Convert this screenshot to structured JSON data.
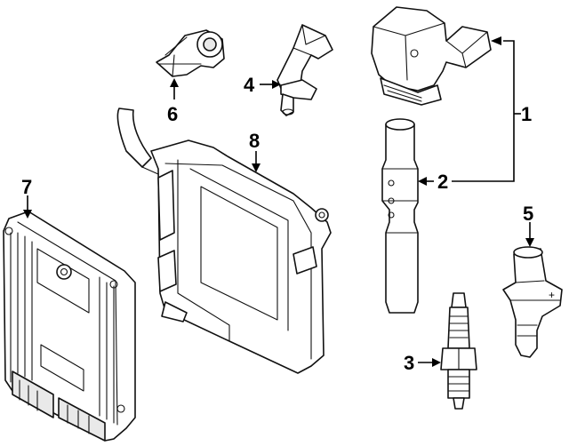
{
  "diagram": {
    "callouts": [
      {
        "id": "1",
        "label": "1"
      },
      {
        "id": "2",
        "label": "2"
      },
      {
        "id": "3",
        "label": "3"
      },
      {
        "id": "4",
        "label": "4"
      },
      {
        "id": "5",
        "label": "5"
      },
      {
        "id": "6",
        "label": "6"
      },
      {
        "id": "7",
        "label": "7"
      },
      {
        "id": "8",
        "label": "8"
      }
    ],
    "markings": {
      "sensor_plus": "+"
    }
  }
}
